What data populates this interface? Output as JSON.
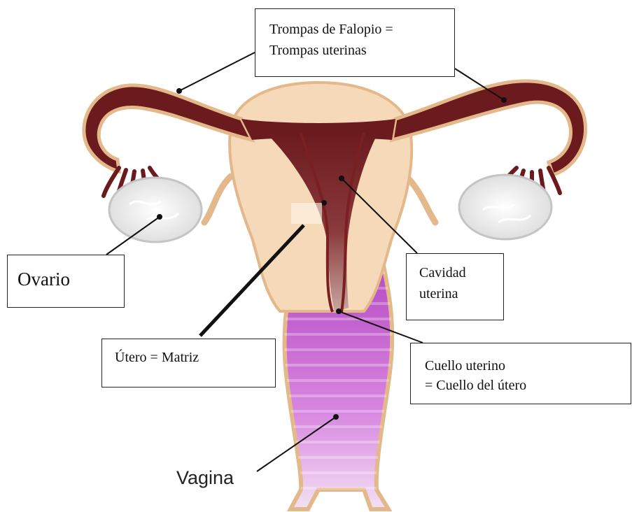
{
  "labels": {
    "trompas": [
      "Trompas de Falopio =",
      "Trompas uterinas"
    ],
    "ovario": "Ovario",
    "cavidad": [
      "Cavidad",
      "uterina"
    ],
    "utero": "Útero = Matriz",
    "cuello": [
      "Cuello uterino",
      "= Cuello del útero"
    ],
    "vagina": "Vagina"
  },
  "colors": {
    "tube_dark": "#6b1a1e",
    "tissue": "#f5d9b8",
    "tissue_edge": "#e3b88a",
    "vagina_pink": "#c76ad3",
    "ovary": "#f1f1f1",
    "leader": "#111111"
  }
}
